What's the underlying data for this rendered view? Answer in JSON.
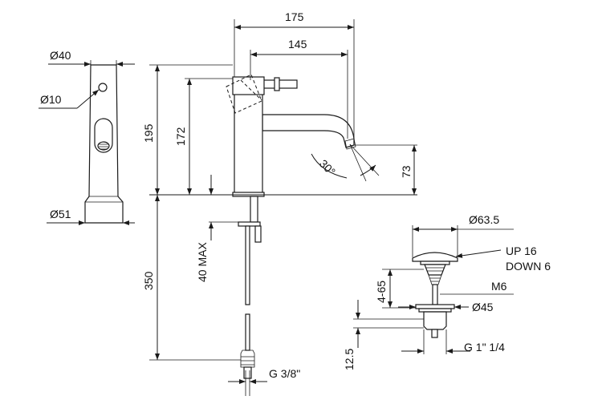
{
  "dimensions": {
    "d40": "Ø40",
    "d10": "Ø10",
    "d51": "Ø51",
    "h195": "195",
    "h172": "172",
    "w175": "175",
    "w145": "145",
    "angle30": "30°",
    "h73": "73",
    "h350": "350",
    "max40": "40 MAX",
    "thread_g38": "G 3/8\"",
    "d63_5": "Ø63.5",
    "stroke_up": "UP 16",
    "stroke_down": "DOWN 6",
    "range_4_65": "4-65",
    "m6": "M6",
    "d45": "Ø45",
    "h12_5": "12.5",
    "thread_g1_14": "G 1\" 1/4"
  }
}
